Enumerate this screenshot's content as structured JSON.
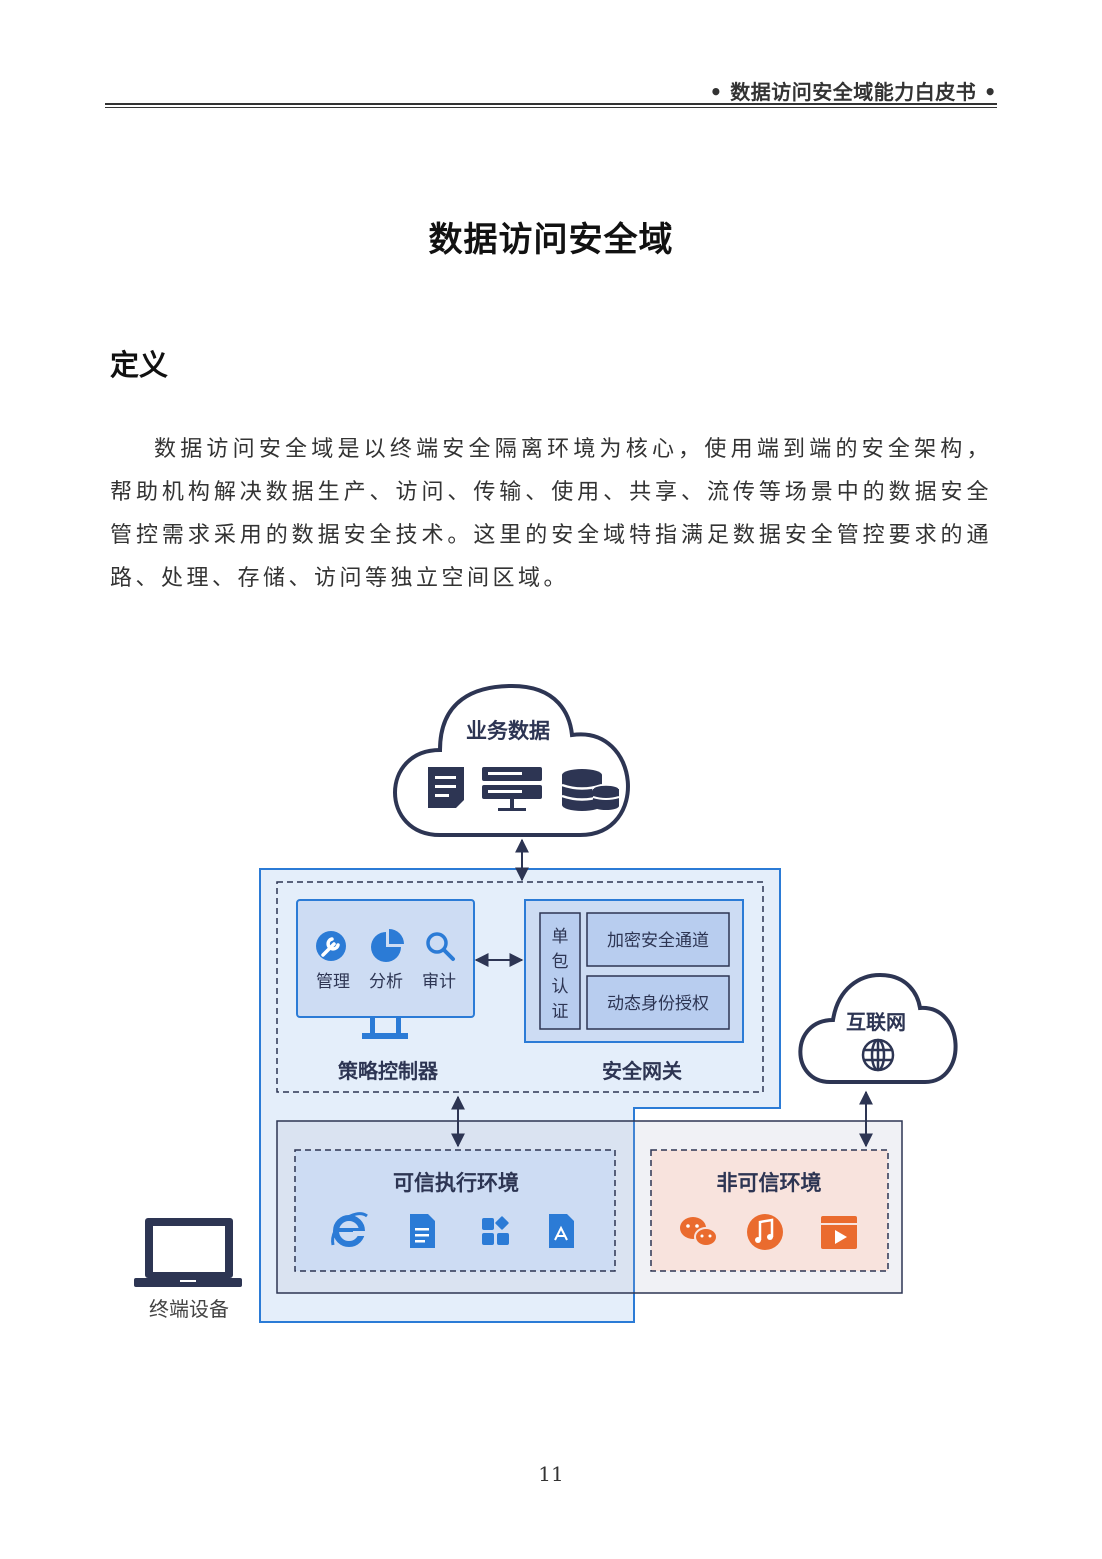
{
  "header": {
    "title": "• 数据访问安全域能力白皮书 •"
  },
  "page_title": "数据访问安全域",
  "section": {
    "heading": "定义",
    "paragraph": "数据访问安全域是以终端安全隔离环境为核心，使用端到端的安全架构，帮助机构解决数据生产、访问、传输、使用、共享、流传等场景中的数据安全管控需求采用的数据安全技术。这里的安全域特指满足数据安全管控要求的通路、处理、存储、访问等独立空间区域。"
  },
  "diagram": {
    "business_data": {
      "label": "业务数据",
      "icons": [
        "document-icon",
        "server-icon",
        "database-icon"
      ]
    },
    "policy_controller": {
      "label": "策略控制器",
      "items": [
        {
          "icon": "wrench-icon",
          "label": "管理"
        },
        {
          "icon": "pie-chart-icon",
          "label": "分析"
        },
        {
          "icon": "search-icon",
          "label": "审计"
        }
      ]
    },
    "security_gateway": {
      "label": "安全网关",
      "spa_chars": [
        "单",
        "包",
        "认",
        "证"
      ],
      "functions": [
        "加密安全通道",
        "动态身份授权"
      ]
    },
    "internet": {
      "label": "互联网",
      "icon": "globe-icon"
    },
    "trusted_env": {
      "label": "可信执行环境",
      "icons": [
        "ie-browser-icon",
        "file-icon",
        "apps-icon",
        "pdf-icon"
      ]
    },
    "untrusted_env": {
      "label": "非可信环境",
      "icons": [
        "wechat-icon",
        "music-icon",
        "video-icon"
      ]
    },
    "terminal": {
      "label": "终端设备",
      "icon": "laptop-icon"
    },
    "colors": {
      "blue": "#2b7bd6",
      "navy": "#2d3553",
      "orange": "#ea6b2e",
      "light_blue": "#e4eefa"
    }
  },
  "page_number": "11"
}
